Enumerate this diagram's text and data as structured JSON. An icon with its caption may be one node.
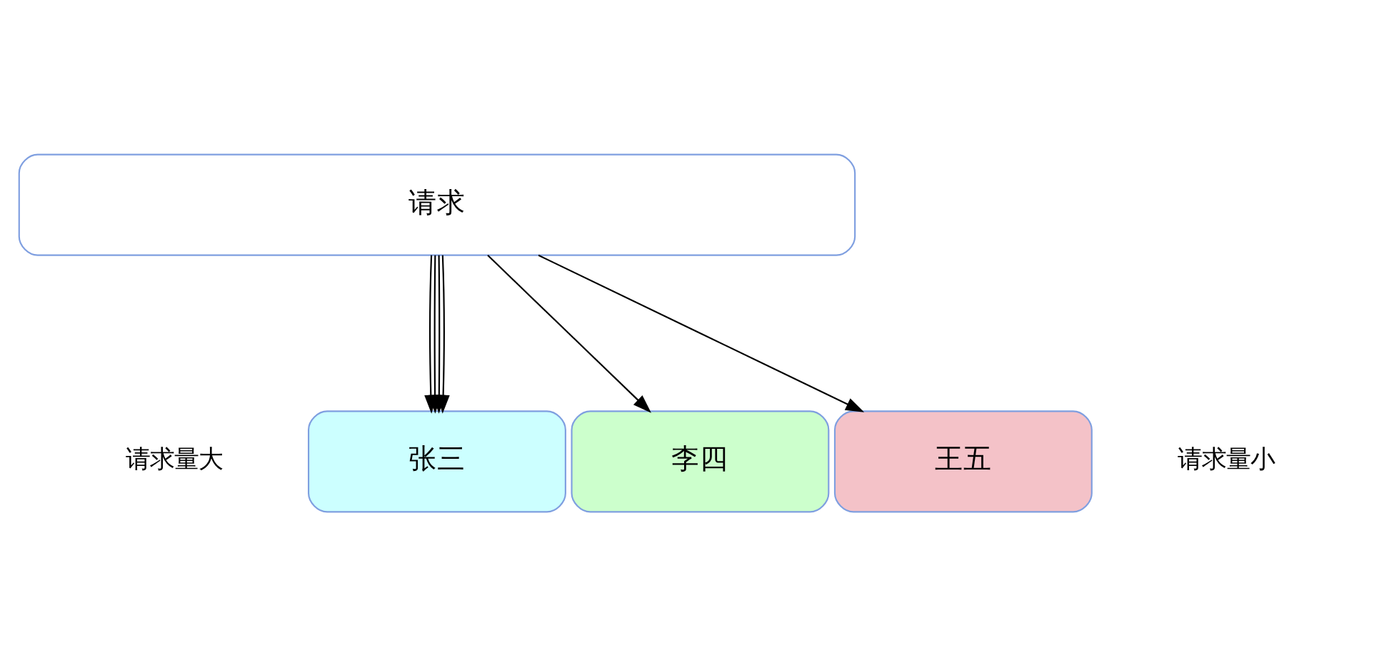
{
  "diagram": {
    "nodes": [
      {
        "text": [
          "请求"
        ]
      },
      {
        "text": [
          "张三"
        ]
      },
      {
        "text": [
          "李四"
        ]
      },
      {
        "text": [
          "王五"
        ]
      }
    ],
    "edges": [
      {
        "from": 0,
        "to": 1,
        "arrow": "to"
      },
      {
        "from": 0,
        "to": 1,
        "arrow": "to"
      },
      {
        "from": 0,
        "to": 1,
        "arrow": "to"
      },
      {
        "from": 0,
        "to": 1,
        "arrow": "to"
      },
      {
        "from": 0,
        "to": 2,
        "arrow": "to"
      },
      {
        "from": 0,
        "to": 3,
        "arrow": "to"
      }
    ],
    "labels": [
      "请求量大",
      "请求量小"
    ]
  }
}
